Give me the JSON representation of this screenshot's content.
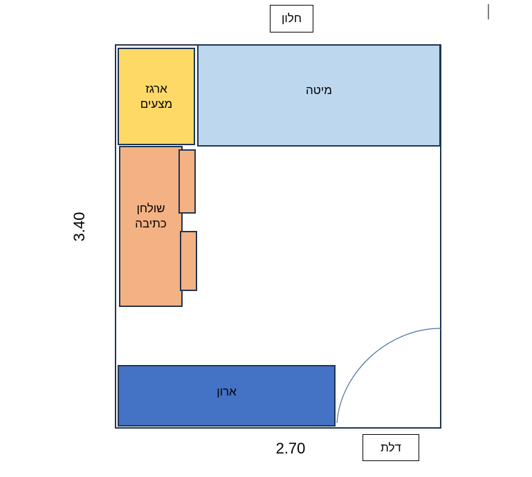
{
  "labels": {
    "window": "חלון",
    "door": "דלת"
  },
  "furniture": {
    "toolbox": "ארגז\nמצעים",
    "bed": "מיטה",
    "desk": "שולחן\nכתיבה",
    "closet": "ארון"
  },
  "dimensions": {
    "width": "2.70",
    "height": "3.40"
  },
  "colors": {
    "outline": "#1f3552",
    "toolbox": "#ffd966",
    "bed": "#bdd7ee",
    "desk": "#f4b183",
    "closet": "#4472c4",
    "door_arc": "#4a6fa5"
  }
}
